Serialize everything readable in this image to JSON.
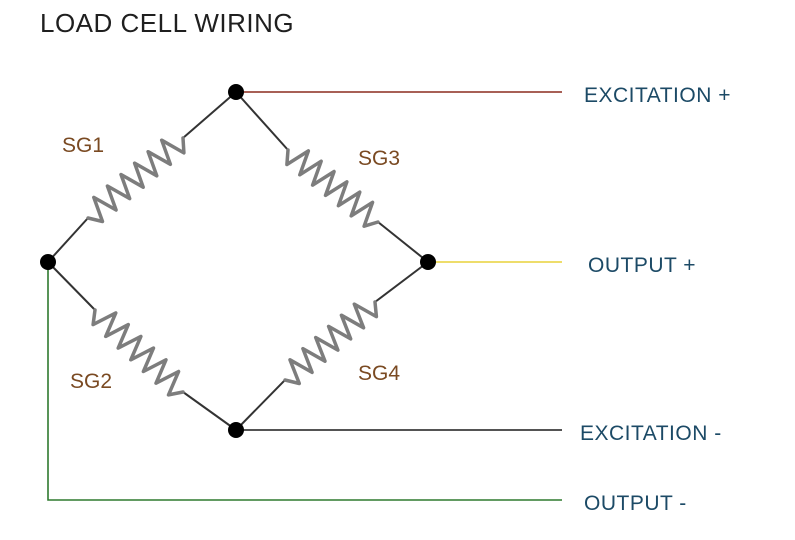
{
  "title": "LOAD CELL WIRING",
  "gauges": {
    "sg1": "SG1",
    "sg2": "SG2",
    "sg3": "SG3",
    "sg4": "SG4"
  },
  "outputs": {
    "excitation_plus": "EXCITATION +",
    "output_plus": "OUTPUT +",
    "excitation_minus": "EXCITATION -",
    "output_minus": "OUTPUT -"
  },
  "colors": {
    "excitation_plus_wire": "#8b2b1f",
    "output_plus_wire": "#e8d23a",
    "excitation_minus_wire": "#1a1a1a",
    "output_minus_wire": "#2f7a2f"
  }
}
